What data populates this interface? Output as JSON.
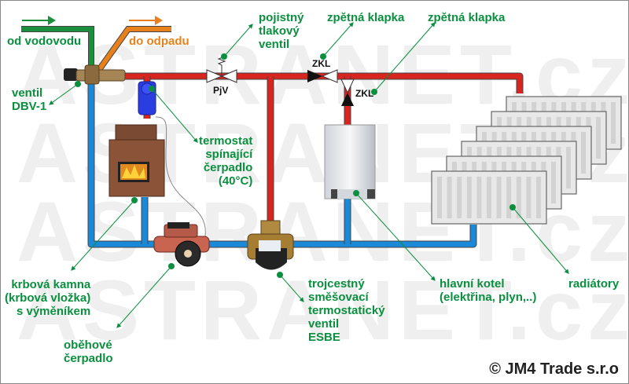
{
  "watermark": "ASTRANET.cz",
  "colors": {
    "label_green": "#0a8f3e",
    "drain_orange": "#e8801c",
    "hot_pipe": "#d8251f",
    "cold_pipe": "#1a8ad8",
    "supply_pipe": "#1a8f3c",
    "drain_pipe": "#e8801c"
  },
  "labels": {
    "water_supply": "od vodovodu",
    "drain": "do odpadu",
    "valve_dbv": [
      "ventil",
      "DBV-1"
    ],
    "safety_valve": [
      "pojistný",
      "tlakový",
      "ventil"
    ],
    "check_valve_1": "zpětná klapka",
    "check_valve_2": "zpětná klapka",
    "thermostat": [
      "termostat",
      "spínající",
      "čerpadlo"
    ],
    "thermostat_temp": "(40°C)",
    "stove": [
      "krbová kamna",
      "(krbová vložka)",
      "s výměníkem"
    ],
    "pump": [
      "oběhové",
      "čerpadlo"
    ],
    "mixing_valve": [
      "trojcestný",
      "směšovací",
      "termostatický",
      "ventil",
      "ESBE"
    ],
    "boiler": [
      "hlavní kotel",
      "(elektřina, plyn,..)"
    ],
    "radiators": "radiátory"
  },
  "tags": {
    "pjv": "PjV",
    "zkl_1": "ZKL",
    "zkl_2": "ZKL"
  },
  "copyright": "© JM4 Trade s.r.o"
}
